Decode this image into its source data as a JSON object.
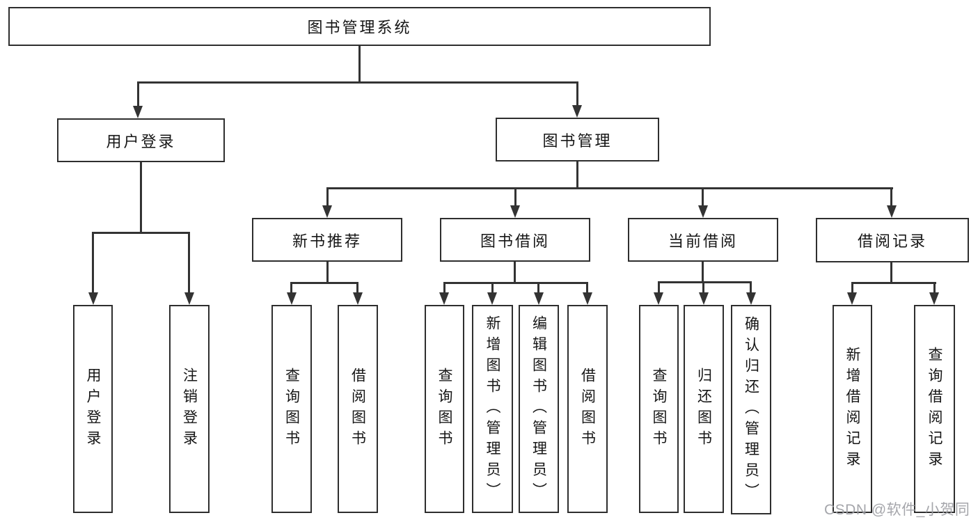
{
  "diagram_type": "hierarchy-tree",
  "colors": {
    "background": "#ffffff",
    "line": "#333333",
    "box_border": "#2e2e2e",
    "text": "#161616",
    "watermark": "#9d9ea4"
  },
  "root": {
    "label": "图书管理系统"
  },
  "branches": [
    {
      "label": "用户登录",
      "children": [
        {
          "label": "用户登录"
        },
        {
          "label": "注销登录"
        }
      ]
    },
    {
      "label": "图书管理",
      "children": [
        {
          "label": "新书推荐",
          "children": [
            {
              "label": "查询图书"
            },
            {
              "label": "借阅图书"
            }
          ]
        },
        {
          "label": "图书借阅",
          "children": [
            {
              "label": "查询图书"
            },
            {
              "label": "新增图书（管理员）"
            },
            {
              "label": "编辑图书（管理员）"
            },
            {
              "label": "借阅图书"
            }
          ]
        },
        {
          "label": "当前借阅",
          "children": [
            {
              "label": "查询图书"
            },
            {
              "label": "归还图书"
            },
            {
              "label": "确认归还（管理员）"
            }
          ]
        },
        {
          "label": "借阅记录",
          "children": [
            {
              "label": "新增借阅记录"
            },
            {
              "label": "查询借阅记录"
            }
          ]
        }
      ]
    }
  ],
  "watermark": {
    "text": "CSDN @软件_小贺同学"
  }
}
